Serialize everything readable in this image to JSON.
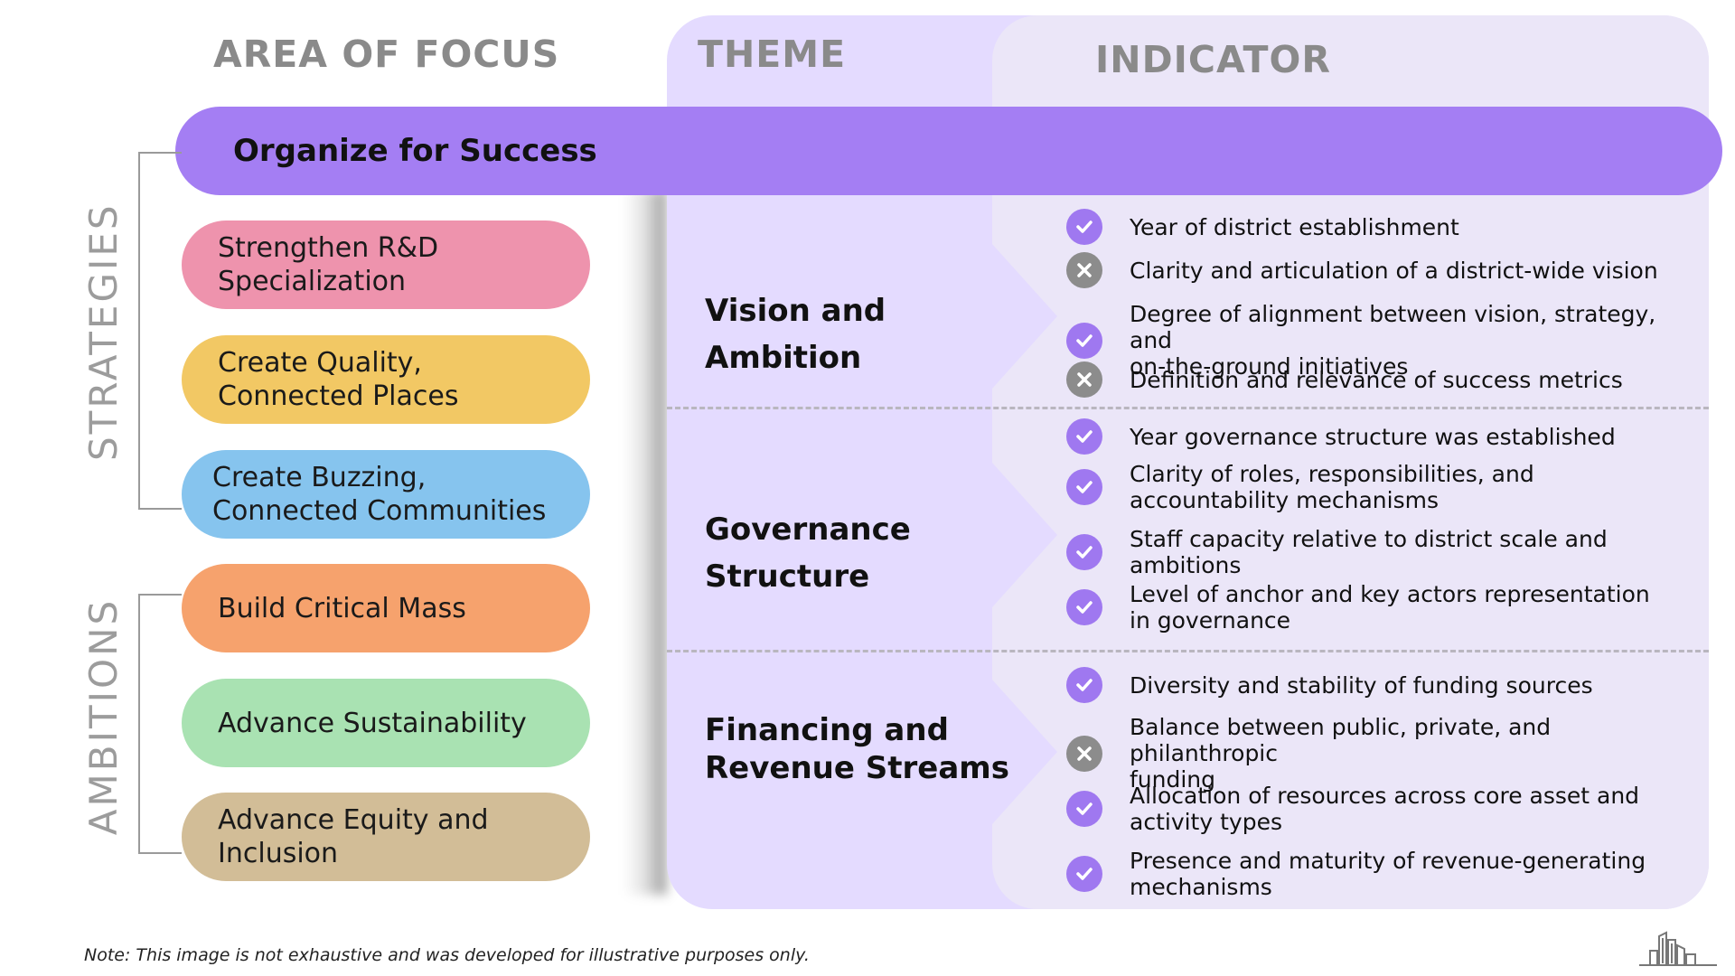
{
  "headers": {
    "area_of_focus": "AREA OF FOCUS",
    "theme": "THEME",
    "indicator": "INDICATOR"
  },
  "banner": {
    "label": "Organize for Success",
    "color": "#a47ef3"
  },
  "side_labels": {
    "strategies": "STRATEGIES",
    "ambitions": "AMBITIONS"
  },
  "pills": [
    {
      "line1": "Strengthen R&D",
      "line2": "Specialization",
      "color": "#ee93ad"
    },
    {
      "line1": "Create Quality,",
      "line2": "Connected Places",
      "color": "#f2c864"
    },
    {
      "line1": "Create Buzzing,",
      "line2": "Connected Communities",
      "color": "#86c4ee"
    },
    {
      "line1": "Build Critical Mass",
      "line2": "",
      "color": "#f6a26d"
    },
    {
      "line1": "Advance Sustainability",
      "line2": "",
      "color": "#a9e2b2"
    },
    {
      "line1": "Advance Equity and",
      "line2": "Inclusion",
      "color": "#d2bd97"
    }
  ],
  "themes": [
    {
      "line1": "Vision and",
      "line2": "Ambition",
      "indicators": [
        {
          "status": "check",
          "line1": "Year of district establishment",
          "line2": ""
        },
        {
          "status": "cross",
          "line1": "Clarity and articulation of a district-wide vision",
          "line2": ""
        },
        {
          "status": "check",
          "line1": "Degree of alignment between vision, strategy, and",
          "line2": "on-the-ground initiatives"
        },
        {
          "status": "cross",
          "line1": "Definition and relevance of success metrics",
          "line2": ""
        }
      ]
    },
    {
      "line1": "Governance",
      "line2": "Structure",
      "indicators": [
        {
          "status": "check",
          "line1": "Year governance structure was established",
          "line2": ""
        },
        {
          "status": "check",
          "line1": "Clarity of roles, responsibilities, and",
          "line2": "accountability mechanisms"
        },
        {
          "status": "check",
          "line1": "Staff capacity relative to district scale and",
          "line2": "ambitions"
        },
        {
          "status": "check",
          "line1": "Level of anchor and key actors representation",
          "line2": "in governance"
        }
      ]
    },
    {
      "line1": "Financing and",
      "line2": "Revenue Streams",
      "indicators": [
        {
          "status": "check",
          "line1": "Diversity and stability of funding sources",
          "line2": ""
        },
        {
          "status": "cross",
          "line1": "Balance between public, private, and philanthropic",
          "line2": "funding"
        },
        {
          "status": "check",
          "line1": "Allocation of resources across core asset and",
          "line2": "activity types"
        },
        {
          "status": "check",
          "line1": "Presence and maturity of revenue-generating",
          "line2": "mechanisms"
        }
      ]
    }
  ],
  "colors": {
    "theme_panel": "#e4dbff",
    "indicator_panel": "#ebe6f8",
    "check": "#9f78f0",
    "cross": "#8c8c8c"
  },
  "note": "Note: This image is not exhaustive and was developed for illustrative purposes only.",
  "logo_icon": "city-skyline-icon"
}
